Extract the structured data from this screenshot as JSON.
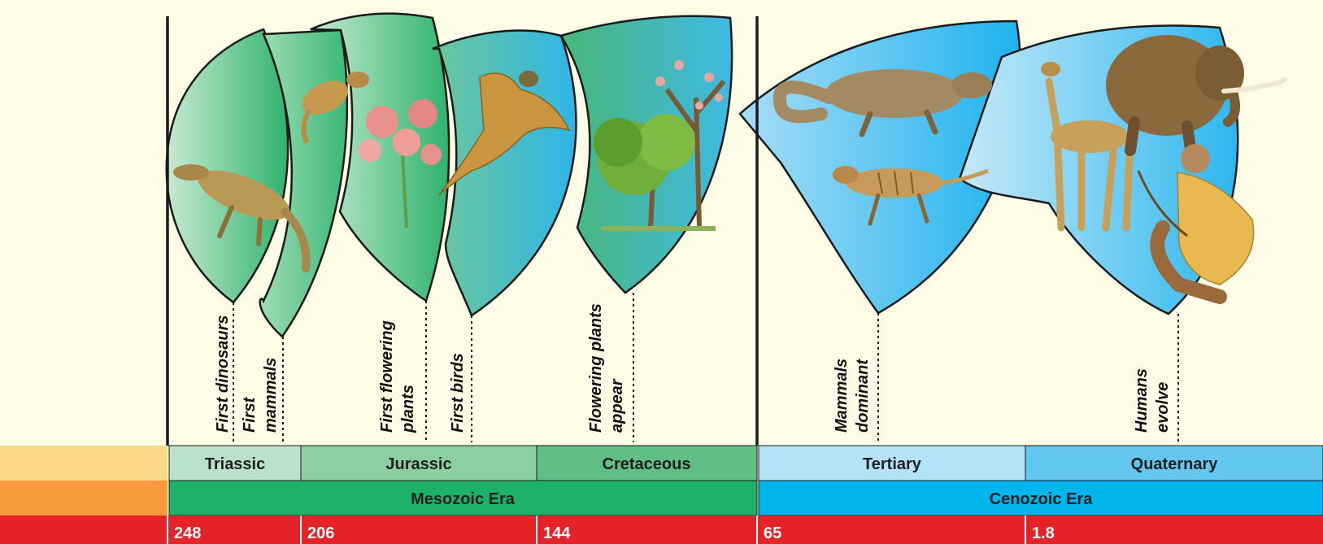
{
  "events": [
    {
      "lines": [
        "First dinosaurs"
      ]
    },
    {
      "lines": [
        "First",
        "mammals"
      ]
    },
    {
      "lines": [
        "First flowering",
        "plants"
      ]
    },
    {
      "lines": [
        "First birds"
      ]
    },
    {
      "lines": [
        "Flowering plants",
        "appear"
      ]
    },
    {
      "lines": [
        "Mammals",
        "dominant"
      ]
    },
    {
      "lines": [
        "Humans",
        "evolve"
      ]
    }
  ],
  "periods": [
    "Triassic",
    "Jurassic",
    "Cretaceous",
    "Tertiary",
    "Quaternary"
  ],
  "eras": [
    "Mesozoic Era",
    "Cenozoic Era"
  ],
  "times": [
    "248",
    "206",
    "144",
    "65",
    "1.8"
  ],
  "colors": {
    "background": "#fefce6",
    "triassic": "#b9e2c8",
    "jurassic": "#8ccfa2",
    "cretaceous": "#5fbf86",
    "tertiary": "#b3e3f8",
    "quaternary": "#62c8f0",
    "mesozoic": "#1db26a",
    "cenozoic": "#00b5ec",
    "time_bar": "#e42228",
    "left_period": "#fdd989",
    "left_era": "#f69a3e"
  },
  "illustrations": [
    "small-dinosaur",
    "early-mammal",
    "flower",
    "archaeopteryx",
    "flowering-tree",
    "civet-like-mammal",
    "striped-mammal",
    "llama-like-mammal",
    "woolly-mammoth",
    "human-hunter"
  ]
}
